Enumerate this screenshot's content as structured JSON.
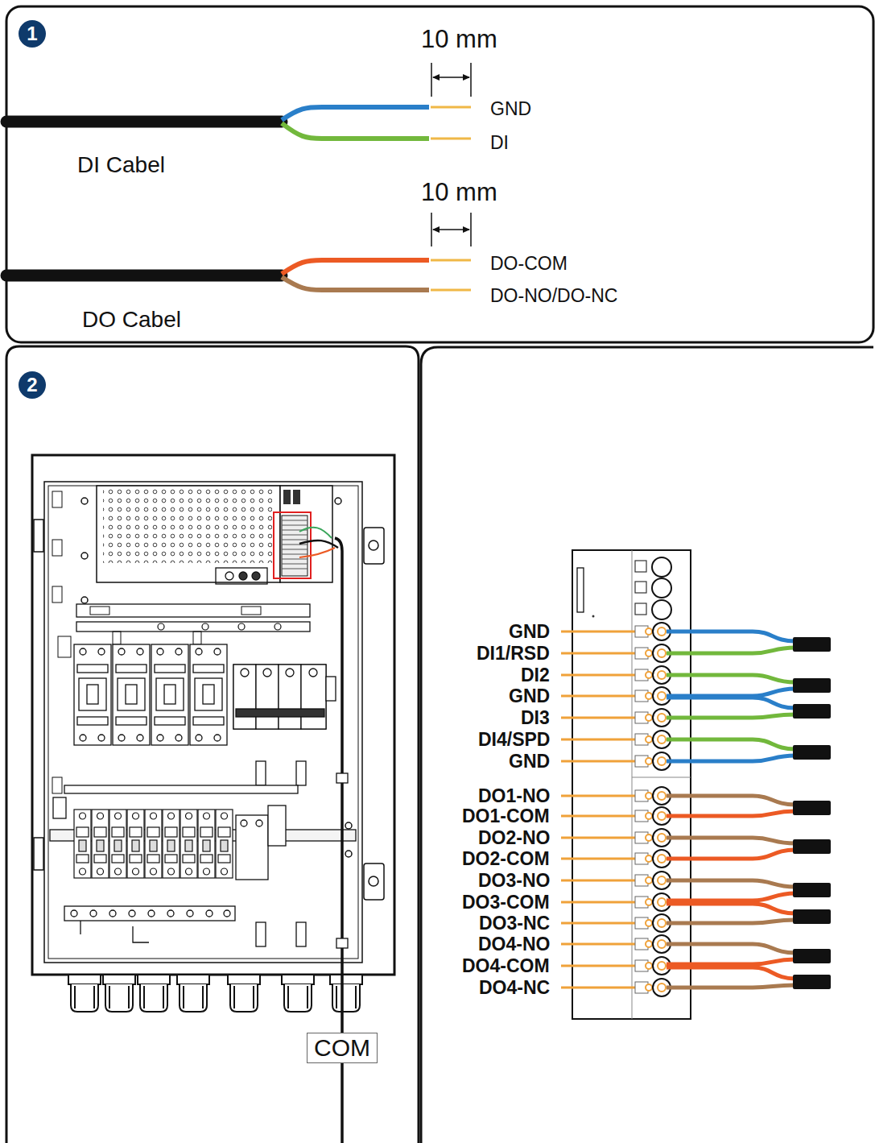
{
  "diagram": {
    "nodes": [
      {
        "text": [
          "1"
        ]
      },
      {
        "text": [
          "2"
        ]
      },
      {
        "text": [
          "COM"
        ]
      }
    ],
    "labels": [
      "10 mm",
      "GND",
      "DI",
      "DI Cabel",
      "10 mm",
      "DO-COM",
      "DO-NO/DO-NC",
      "DO Cabel",
      "GND",
      "DI1/RSD",
      "DI2",
      "GND",
      "DI3",
      "DI4/SPD",
      "GND",
      "DO1-NO",
      "DO1-COM",
      "DO2-NO",
      "DO2-COM",
      "DO3-NO",
      "DO3-COM",
      "DO3-NC",
      "DO4-NO",
      "DO4-COM",
      "DO4-NC"
    ]
  }
}
